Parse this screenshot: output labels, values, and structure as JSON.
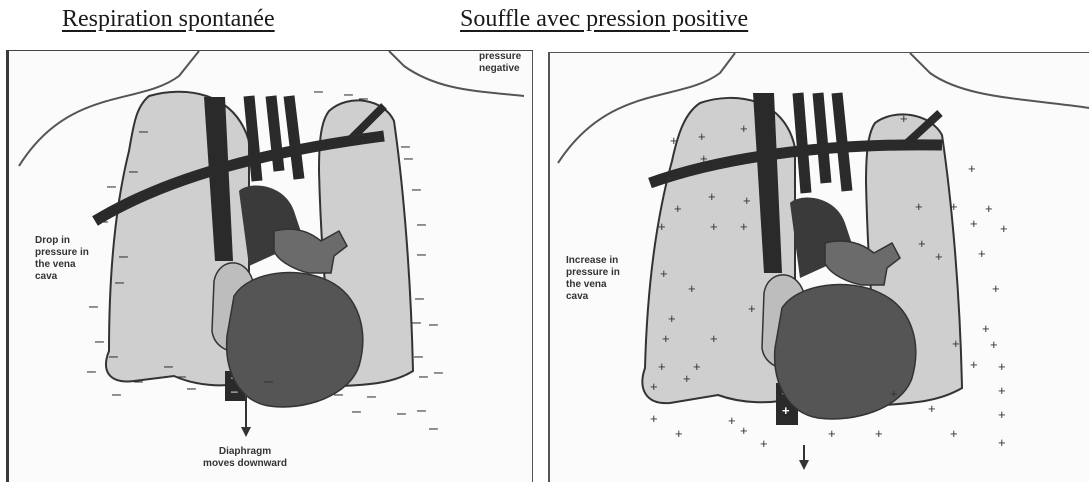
{
  "titles": {
    "left": "Respiration spontanée",
    "right": "Souffle avec pression positive"
  },
  "left_panel": {
    "top_label": [
      "pressure",
      "negative"
    ],
    "vena_cava_label": [
      "Drop in",
      "pressure in",
      "the vena",
      "cava"
    ],
    "bottom_label": [
      "Diaphragm",
      "moves downward"
    ],
    "sign": "–"
  },
  "right_panel": {
    "vena_cava_label": [
      "Increase in",
      "pressure in",
      "the vena",
      "cava"
    ],
    "sign": "+"
  },
  "colors": {
    "lung": "#cfcfcf",
    "vessel": "#2a2a2a",
    "heart": "#555555",
    "aorta": "#6b6b6b",
    "atrium": "#bdbdbd"
  }
}
